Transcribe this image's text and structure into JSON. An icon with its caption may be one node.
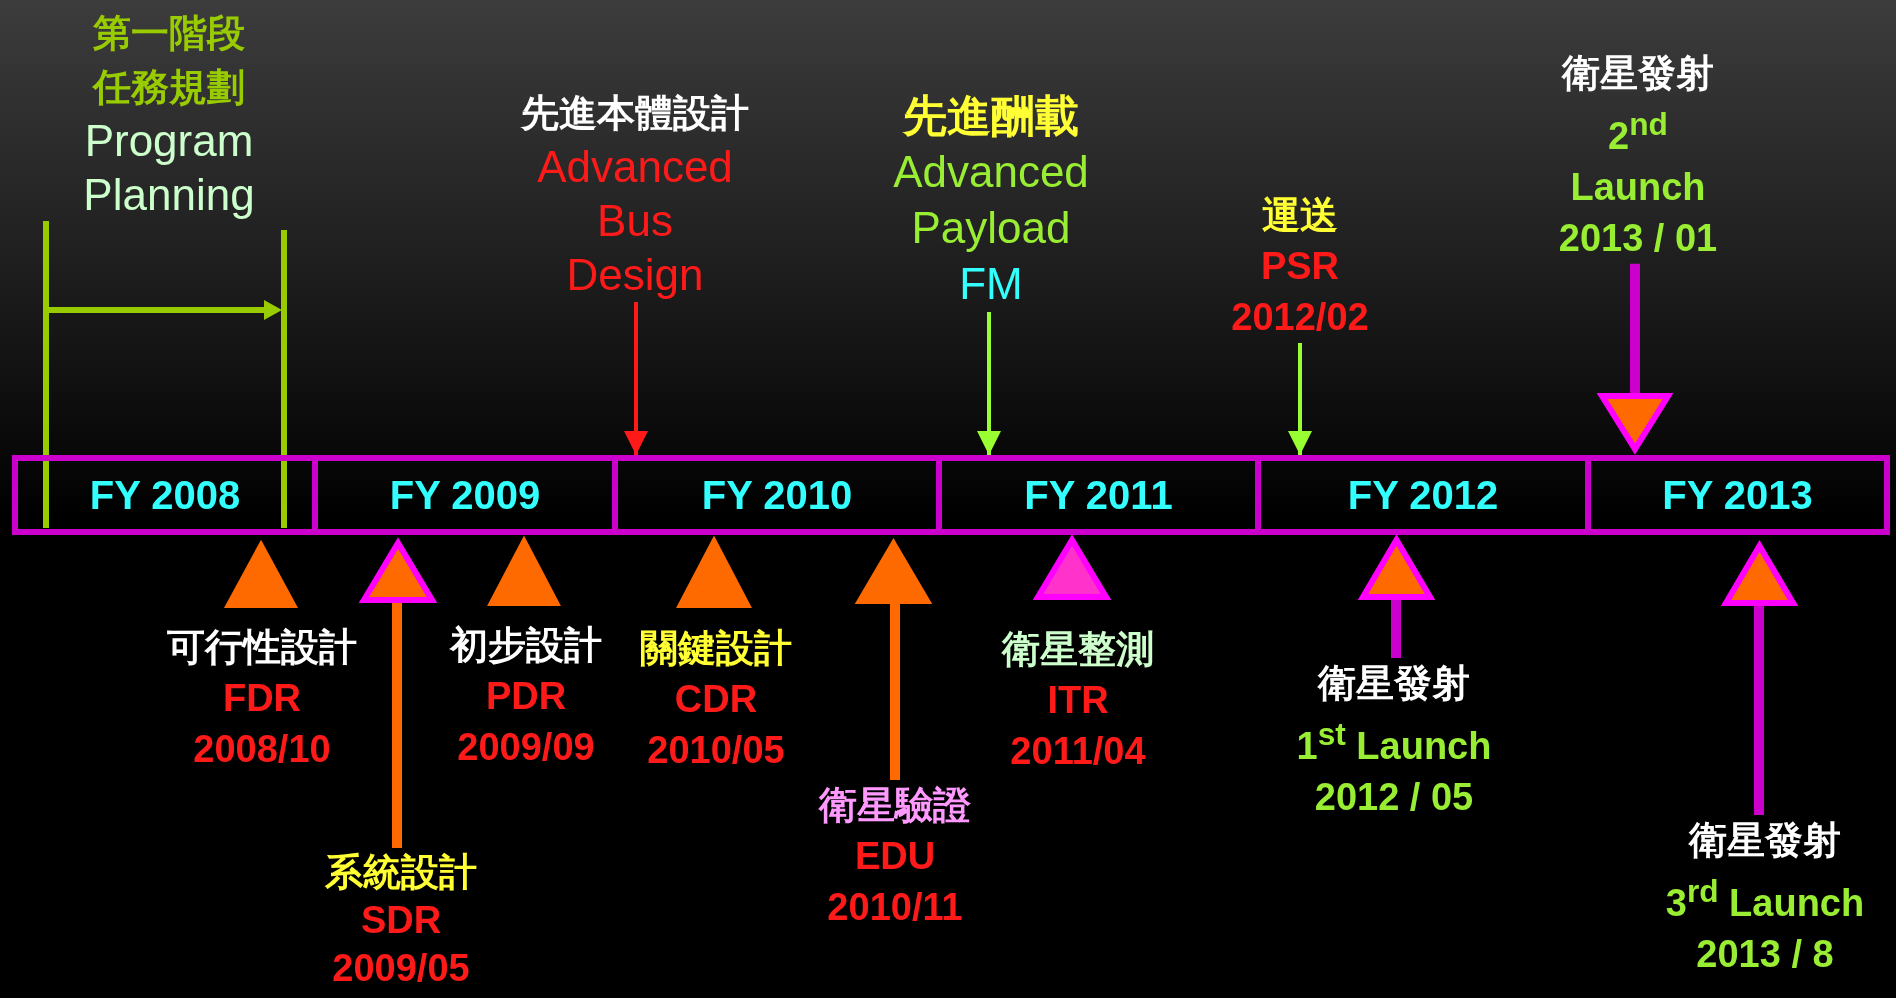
{
  "diagram": {
    "nodes": [
      {
        "text": [
          "FY 2008"
        ]
      },
      {
        "text": [
          "FY 2009"
        ]
      },
      {
        "text": [
          "FY 2010"
        ]
      },
      {
        "text": [
          "FY 2011"
        ]
      },
      {
        "text": [
          "FY 2012"
        ]
      },
      {
        "text": [
          "FY 2013"
        ]
      },
      {
        "text": [
          "第一階段任務規劃",
          "Program Planning"
        ]
      },
      {
        "text": [
          "先進本體設計",
          "Advanced Bus Design"
        ]
      },
      {
        "text": [
          "先進酬載",
          "Advanced Payload",
          "FM"
        ]
      },
      {
        "text": [
          "運送",
          "PSR",
          "2012/02"
        ]
      },
      {
        "text": [
          "衛星發射",
          "2$^{nd}$ Launch",
          "2013 / 01"
        ]
      },
      {
        "text": [
          "可行性設計",
          "FDR",
          "2008/10"
        ]
      },
      {
        "text": [
          "系統設計",
          "SDR",
          "2009/05"
        ]
      },
      {
        "text": [
          "初步設計",
          "PDR",
          "2009/09"
        ]
      },
      {
        "text": [
          "關鍵設計",
          "CDR",
          "2010/05"
        ]
      },
      {
        "text": [
          "衛星驗證",
          "EDU",
          "2010/11"
        ]
      },
      {
        "text": [
          "衛星整測",
          "ITR",
          "2011/04"
        ]
      },
      {
        "text": [
          "衛星發射",
          "1$^{st}$ Launch",
          "2012 / 05"
        ]
      },
      {
        "text": [
          "衛星發射",
          "3$^{rd}$ Launch",
          "2013 / 8"
        ]
      },
      {
        "text": [],
        "shape": "triangle"
      },
      {
        "text": [],
        "shape": "triangle"
      },
      {
        "text": [],
        "shape": "triangle"
      },
      {
        "text": [],
        "shape": "triangle"
      },
      {
        "text": [],
        "shape": "triangle"
      },
      {
        "text": [],
        "shape": "triangle"
      },
      {
        "text": [],
        "shape": "triangle"
      },
      {
        "text": [],
        "shape": "triangle"
      },
      {
        "text": [],
        "shape": "triangle"
      }
    ],
    "edges": [
      {
        "from": 7,
        "to": 2,
        "arrow": "to",
        "color": "#ff1a1a"
      },
      {
        "from": 8,
        "to": 3,
        "arrow": "to",
        "color": "#99ff33"
      },
      {
        "from": 9,
        "to": 4,
        "arrow": "to",
        "color": "#99ff33"
      },
      {
        "from": 10,
        "to": 26,
        "arrow": "none",
        "color": "#cc00cc"
      },
      {
        "from": 12,
        "to": 20,
        "arrow": "none",
        "color": "#ff6a00"
      },
      {
        "from": 15,
        "to": 23,
        "arrow": "none",
        "color": "#ff6a00"
      },
      {
        "from": 17,
        "to": 25,
        "arrow": "none",
        "color": "#cc00cc"
      },
      {
        "from": 18,
        "to": 27,
        "arrow": "none",
        "color": "#cc00cc"
      }
    ]
  }
}
